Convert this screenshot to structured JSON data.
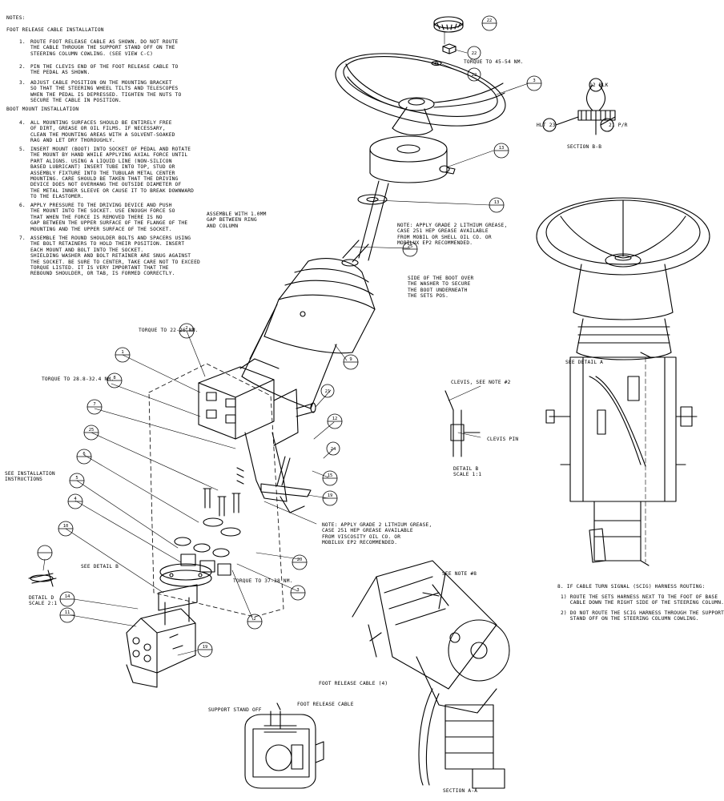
{
  "notes": {
    "heading": "NOTES:",
    "foot_release_heading": "FOOT RELEASE CABLE INSTALLATION",
    "items": [
      {
        "num": "1.",
        "text": "ROUTE FOOT RELEASE CABLE AS SHOWN. DO NOT ROUTE\nTHE CABLE THROUGH THE SUPPORT STAND OFF ON THE\nSTEERING COLUMN COWLING. (SEE VIEW C-C)"
      },
      {
        "num": "2.",
        "text": "PIN THE CLEVIS END OF THE FOOT RELEASE CABLE TO\nTHE PEDAL AS SHOWN."
      },
      {
        "num": "3.",
        "text": "ADJUST CABLE POSITION ON THE MOUNTING BRACKET\nSO THAT THE STEERING WHEEL TILTS AND TELESCOPES\nWHEN THE PEDAL IS DEPRESSED. TIGHTEN THE NUTS TO\nSECURE THE CABLE IN POSITION."
      }
    ],
    "boot_heading": "BOOT MOUNT INSTALLATION",
    "boot_items": [
      {
        "num": "4.",
        "text": "ALL MOUNTING SURFACES SHOULD BE ENTIRELY FREE\nOF DIRT, GREASE OR OIL FILMS. IF NECESSARY,\nCLEAN THE MOUNTING AREAS WITH A SOLVENT-SOAKED\nRAG AND LET DRY THOROUGHLY."
      },
      {
        "num": "5.",
        "text": "INSERT MOUNT (BOOT) INTO SOCKET OF PEDAL AND ROTATE\nTHE MOUNT BY HAND WHILE APPLYING AXIAL FORCE UNTIL\nPART ALIGNS. USING A LIQUID LINE (NON-SILICON\nBASED LUBRICANT) INSERT TUBE INTO TOP, STUD OR\nASSEMBLY FIXTURE INTO THE TUBULAR METAL CENTER\nMOUNTING. CARE SHOULD BE TAKEN THAT THE DRIVING\nDEVICE DOES NOT OVERHANG THE OUTSIDE DIAMETER OF\nTHE METAL INNER SLEEVE OR CAUSE IT TO BREAK DOWNWARD\nTO THE ELASTOMER."
      },
      {
        "num": "6.",
        "text": "APPLY PRESSURE TO THE DRIVING DEVICE AND PUSH\nTHE MOUNT INTO THE SOCKET. USE ENOUGH FORCE SO\nTHAT WHEN THE FORCE IS REMOVED THERE IS NO\nGAP BETWEEN THE UPPER SURFACE OF THE FLANGE OF THE\nMOUNTING AND THE UPPER SURFACE OF THE SOCKET."
      },
      {
        "num": "7.",
        "text": "ASSEMBLE THE ROUND SHOULDER BOLTS AND SPACERS USING\nTHE BOLT RETAINERS TO HOLD THEIR POSITION. INSERT\nEACH MOUNT AND BOLT INTO THE SOCKET.\nSHIELDING WASHER AND BOLT RETAINER ARE SNUG AGAINST\nTHE SOCKET. BE SURE TO CENTER, TAKE CARE NOT TO EXCEED\nTORQUE LISTED. IT IS VERY IMPORTANT THAT THE\nREBOUND SHOULDER, OR TAB, IS FORMED CORRECTLY."
      }
    ]
  },
  "callouts": {
    "torque_45": "TORQUE TO 45-54 Nm.",
    "torque_22": "TORQUE TO 22-26 Nm.",
    "torque_28": "TORQUE TO 28.8-32.4 Nm.",
    "torque_37": "TORQUE TO 37-38 Nm.",
    "assemble_gap": "ASSEMBLE WITH 1.0mm\nGAP BETWEEN RING\nAND COLUMN",
    "note_grease_top": "NOTE: APPLY GRADE 2 LITHIUM GREASE,\nCASE 251 HEP GREASE AVAILABLE\nFROM MOBIL OR SHELL OIL CO. OR\nMOBILUX EP2 RECOMMENDED.",
    "boot_fit": "SIDE OF THE BOOT OVER\nTHE WASHER TO SECURE\nTHE BOOT UNDERNEATH\nTHE SETS POS.",
    "note_grease_bottom": "NOTE: APPLY GRADE 2 LITHIUM GREASE,\nCASE 251 HEP GREASE AVAILABLE\nFROM VISCOSITY OIL CO. OR\nMOBILUX EP2 RECOMMENDED.",
    "see_installation": "SEE INSTALLATION\nINSTRUCTIONS",
    "see_detail_b": "SEE DETAIL B",
    "detail_d": "DETAIL D\nSCALE 2:1",
    "clevis_see_note": "CLEVIS, SEE NOTE #2",
    "clevis_pin": "CLEVIS PIN",
    "detail_b": "DETAIL B\nSCALE 1:1",
    "section_bb": "SECTION B-B",
    "see_detail_a": "SEE DETAIL A",
    "see_note_8": "SEE NOTE #8",
    "foot_release_cable_1": "FOOT RELEASE CABLE (4)",
    "support_stand_off": "SUPPORT STAND OFF",
    "foot_release_cable_2": "FOOT RELEASE CABLE",
    "section_aa": "SECTION A-A",
    "turn_signal_heading": "8. IF CABLE TURN SIGNAL (SCIG) HARNESS ROUTING:",
    "turn_signal_1": "1) ROUTE THE SETS HARNESS NEXT TO THE FOOT OF BASE\n   CABLE DOWN THE RIGHT SIDE OF THE STEERING COLUMN.",
    "turn_signal_2": "2) DO NOT ROUTE THE SCIG HARNESS THROUGH THE SUPPORT\n   STAND OFF ON THE STEERING COLUMN COWLING.",
    "sec_b_left": "HLT 23",
    "sec_b_right": "21 P/R",
    "sec_b_top": "12 BLK"
  },
  "balloons": [
    "22",
    "22",
    "22",
    "3",
    "13",
    "13",
    "25",
    "9",
    "2",
    "8",
    "1",
    "7",
    "21",
    "12",
    "24",
    "15",
    "19",
    "25",
    "6",
    "5",
    "4",
    "10",
    "14",
    "11",
    "19",
    "20",
    "3",
    "2"
  ]
}
